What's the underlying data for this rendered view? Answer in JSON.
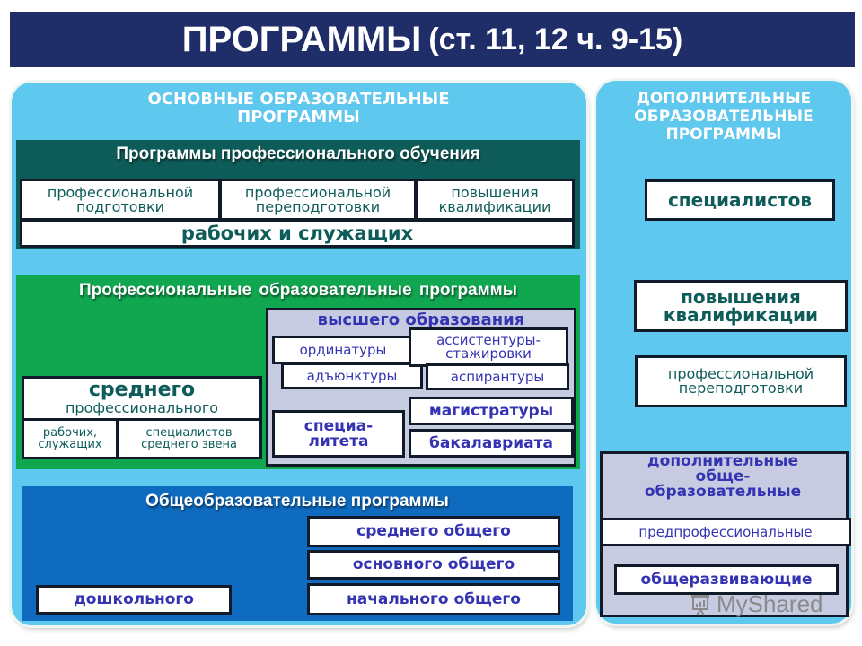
{
  "title": {
    "main": "ПРОГРАММЫ",
    "ref": "(ст. 11, 12 ч. 9-15)"
  },
  "colors": {
    "title_bg": "#1f2d68",
    "panel_bg": "#5ec8ef",
    "prof_training_bg": "#0e5c59",
    "prof_edu_bg": "#11a650",
    "general_edu_bg": "#0f6bbf",
    "higher_edu_bg": "#c7cbe2",
    "text_teal": "#0e5c59",
    "text_blue": "#3433b2"
  },
  "main_programs": {
    "title": "ОСНОВНЫЕ ОБРАЗОВАТЕЛЬНЫЕ ПРОГРАММЫ",
    "prof_training": {
      "title": "Программы профессионального обучения",
      "items": [
        "профессиональной подготовки",
        "профессиональной переподготовки",
        "повышения квалификации"
      ],
      "footer": "рабочих и служащих"
    },
    "prof_education": {
      "title": "Профессиональные образовательные программы",
      "secondary": {
        "title_1": "среднего",
        "title_2": "профессионального",
        "items": [
          "рабочих, служащих",
          "специалистов среднего звена"
        ]
      },
      "higher": {
        "title": "высшего образования",
        "items": {
          "residency": "ординатуры",
          "assistantship": "ассистентуры-стажировки",
          "adjunct": "адъюнктуры",
          "postgrad": "аспирантуры",
          "masters": "магистратуры",
          "specialist": "специа-литета",
          "bachelors": "бакалавриата"
        }
      }
    },
    "general_education": {
      "title": "Общеобразовательные программы",
      "items": [
        "среднего общего",
        "основного общего",
        "начального общего"
      ],
      "preschool": "дошкольного"
    }
  },
  "additional_programs": {
    "title": "ДОПОЛНИТЕЛЬНЫЕ ОБРАЗОВАТЕЛЬНЫЕ ПРОГРАММЫ",
    "items": [
      "специалистов",
      "повышения квалификации",
      "профессиональной переподготовки"
    ],
    "general": {
      "title": "дополнительные обще-образовательные",
      "items": [
        "предпрофессиональные",
        "общеразвивающие"
      ]
    }
  },
  "watermark": "MyShared"
}
